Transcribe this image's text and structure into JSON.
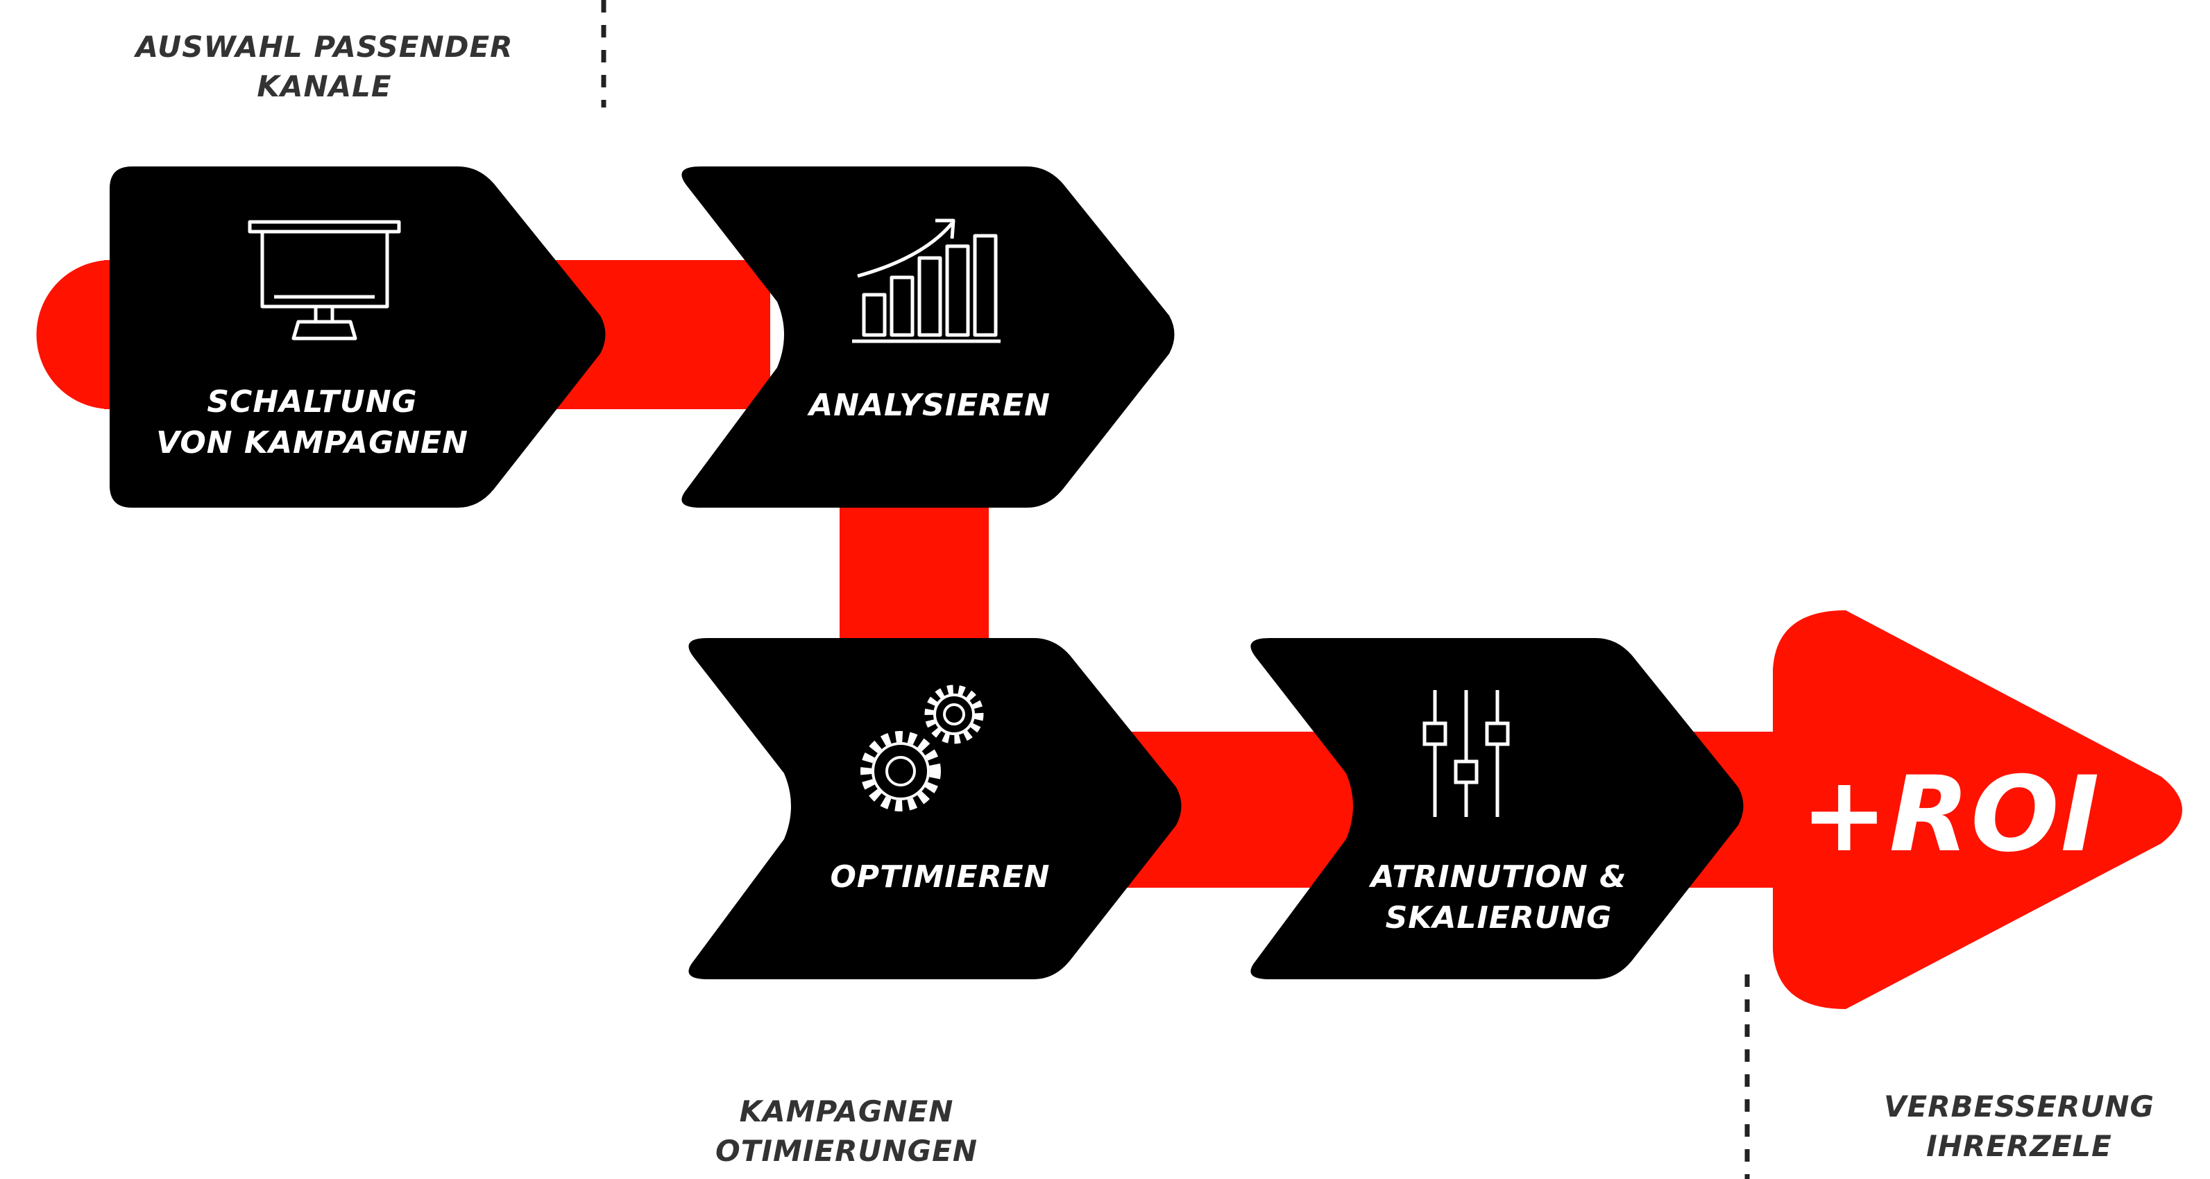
{
  "colors": {
    "accent": "#ff1200",
    "card": "#000000",
    "text_dark": "#333333",
    "text_light": "#ffffff"
  },
  "labels": {
    "top_left": [
      "AUSWAHL PASSENDER",
      "KANALE"
    ],
    "bottom_middle": [
      "KAMPAGNEN",
      "OTIMIERUNGEN"
    ],
    "bottom_right": [
      "VERBESSERUNG",
      "IHRERZELE"
    ]
  },
  "steps": [
    {
      "label": [
        "SCHALTUNG",
        "VON KAMPAGNEN"
      ],
      "icon": "presentation-screen-icon"
    },
    {
      "label": [
        "ANALYSIEREN"
      ],
      "icon": "bar-chart-growth-icon"
    },
    {
      "label": [
        "OPTIMIEREN"
      ],
      "icon": "gears-icon"
    },
    {
      "label": [
        "ATRINUTION &",
        "SKALIERUNG"
      ],
      "icon": "sliders-icon"
    }
  ],
  "result": {
    "label": "+ROI"
  }
}
